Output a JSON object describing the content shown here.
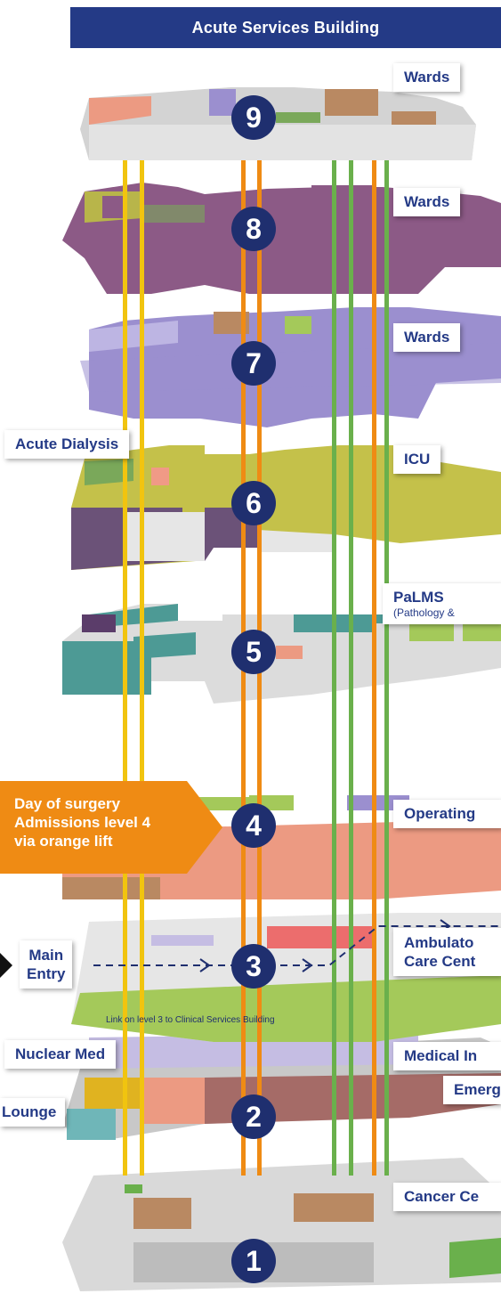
{
  "header": {
    "title": "Acute Services Building"
  },
  "callouts": {
    "l9": "Wards",
    "l8": "Wards",
    "l7": "Wards",
    "acute_dialysis": "Acute Dialysis",
    "icu": "ICU",
    "palms": "PaLMS",
    "palms_sub": "(Pathology &",
    "operating": "Operating",
    "ambulatory_1": "Ambulato",
    "ambulatory_2": "Care Cent",
    "nuclear_med": "Nuclear Med",
    "lounge": "Lounge",
    "medical": "Medical In",
    "emergency": "Emerg",
    "cancer": "Cancer Ce"
  },
  "levels": [
    "9",
    "8",
    "7",
    "6",
    "5",
    "4",
    "3",
    "2",
    "1"
  ],
  "surgery_note": [
    "Day of surgery",
    "Admissions level 4",
    "via orange lift"
  ],
  "main_entry": [
    "Main",
    "Entry"
  ],
  "link_note": "Link on level 3 to Clinical Services Building",
  "colors": {
    "navy": "#243a86",
    "orange_lift": "#ef8b14",
    "yellow_lift": "#f1c40f",
    "green_lift": "#6ab04c",
    "ward_purple": "#9b8fcf",
    "ward_plum": "#8c5a86",
    "salmon": "#ec9a82",
    "olive": "#b8b54a",
    "teal": "#4d9a95",
    "lime": "#a4c95a",
    "maroon": "#a56b67",
    "floor_grey": "#d7d7d7"
  }
}
